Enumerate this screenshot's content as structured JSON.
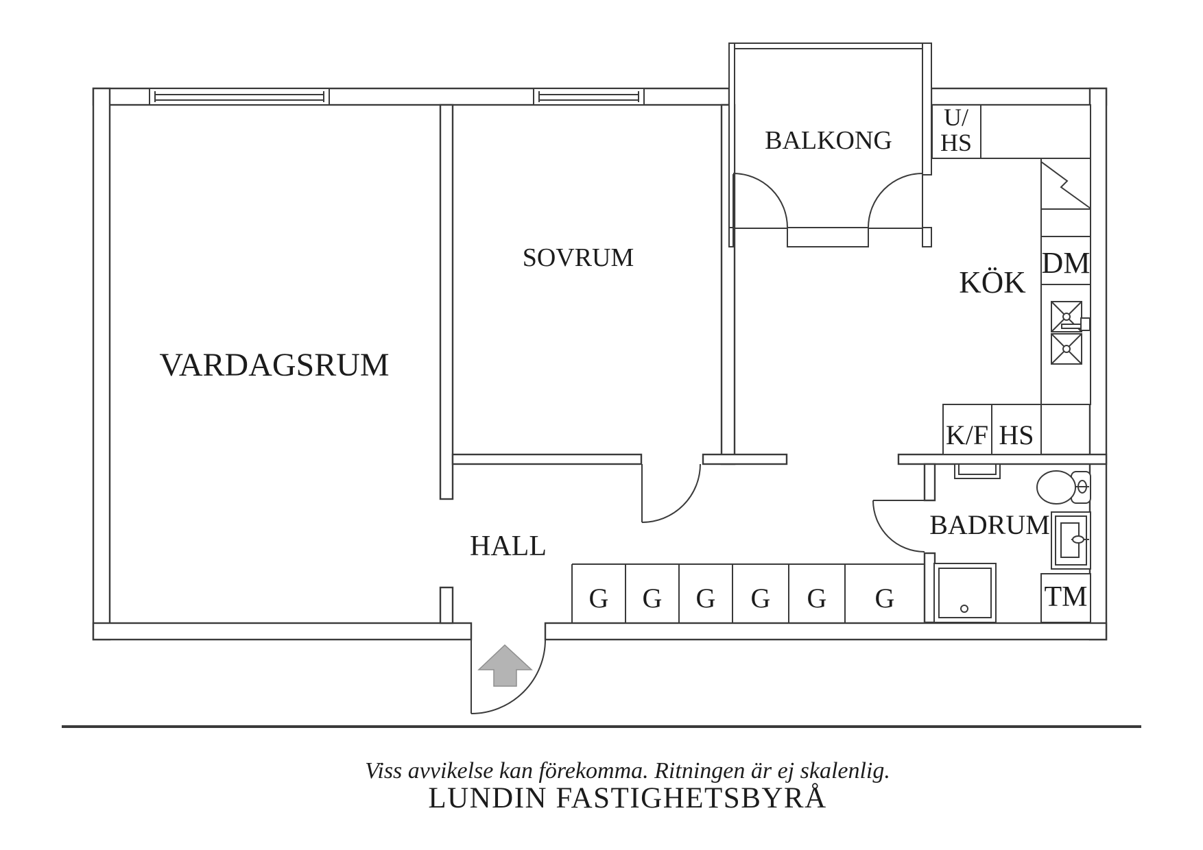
{
  "rooms": {
    "living": "VARDAGSRUM",
    "bedroom": "SOVRUM",
    "balcony": "BALKONG",
    "kitchen": "KÖK",
    "hall": "HALL",
    "bathroom": "BADRUM"
  },
  "appliances": {
    "uhs_line1": "U/",
    "uhs_line2": "HS",
    "dm": "DM",
    "kf": "K/F",
    "hs": "HS",
    "tm": "TM"
  },
  "wardrobes": {
    "labels": [
      "G",
      "G",
      "G",
      "G",
      "G",
      "G"
    ]
  },
  "footer": {
    "disclaimer": "Viss avvikelse kan förekomma. Ritningen är ej skalenlig.",
    "agency": "LUNDIN FASTIGHETSBYRÅ"
  },
  "colors": {
    "line": "#3a3a3a",
    "text": "#1c1c1c",
    "arrow_fill": "#b4b4b4",
    "arrow_stroke": "#8e8e8e",
    "background": "#ffffff"
  }
}
